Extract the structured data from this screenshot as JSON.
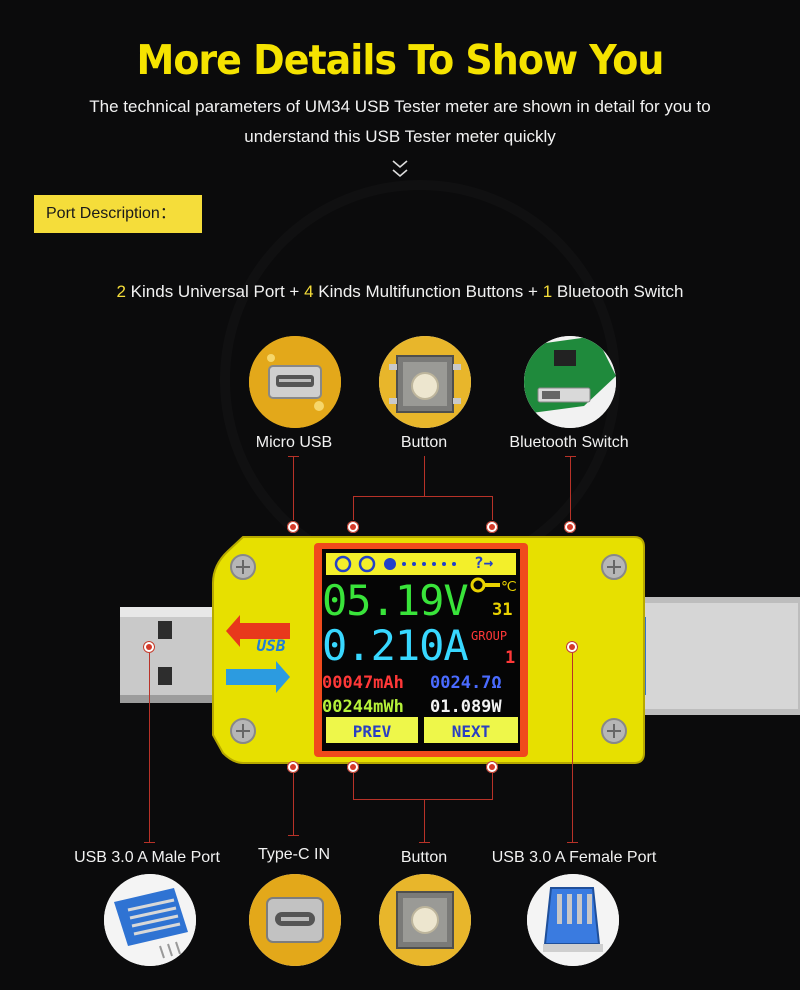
{
  "header": {
    "title": "More Details To Show You",
    "subtitle_line1": "The technical parameters of UM34 USB Tester meter are shown in detail for you to",
    "subtitle_line2": "understand this USB Tester meter quickly"
  },
  "port_description": {
    "label": "Port Description："
  },
  "summary": {
    "n1": "2",
    "t1": " Kinds Universal Port + ",
    "n2": "4",
    "t2": " Kinds Multifunction Buttons + ",
    "n3": "1",
    "t3": " Bluetooth Switch"
  },
  "top_labels": {
    "micro_usb": "Micro USB",
    "button": "Button",
    "bluetooth": "Bluetooth Switch"
  },
  "bottom_labels": {
    "male": "USB 3.0 A Male Port",
    "typec": "Type-C IN",
    "button": "Button",
    "female": "USB 3.0 A Female Port"
  },
  "device": {
    "usb_logo": "USB",
    "voltage": "05.19V",
    "temp_unit": "℃",
    "temp_value": "31",
    "current": "0.210A",
    "group_label": "GROUP",
    "group_value": "1",
    "mah": "00047mAh",
    "ohm": "0024.7Ω",
    "mwh": "00244mWh",
    "watt": "01.089W",
    "prev": "PREV",
    "next": "NEXT",
    "status": "?→"
  },
  "colors": {
    "accent_yellow": "#f5dd3a",
    "device_yellow": "#e7e000",
    "line_red": "#b83228",
    "lcd_green": "#39e43a",
    "lcd_cyan": "#38d8ff",
    "lcd_red": "#ff3838",
    "lcd_blue": "#4a6bff"
  }
}
